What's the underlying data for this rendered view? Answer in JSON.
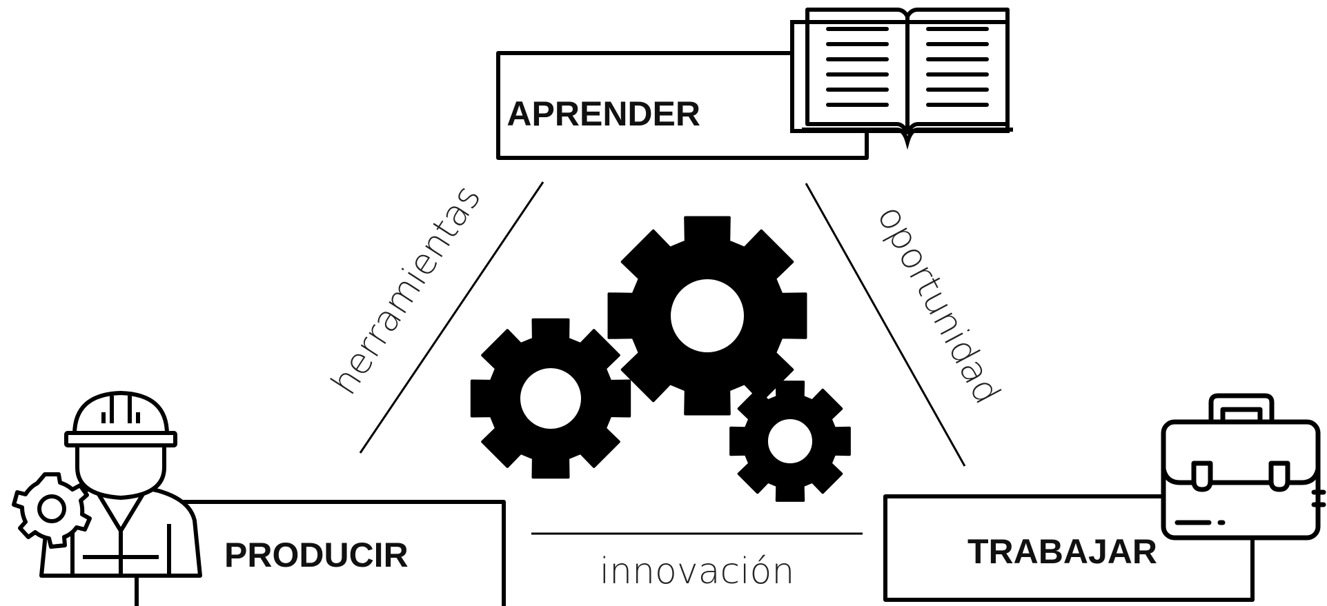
{
  "nodes": {
    "aprender": {
      "label": "APRENDER",
      "icon": "open-book-icon"
    },
    "producir": {
      "label": "PRODUCIR",
      "icon": "worker-with-gear-icon"
    },
    "trabajar": {
      "label": "TRABAJAR",
      "icon": "briefcase-icon"
    }
  },
  "edges": {
    "left": "herramientas",
    "right": "oportunidad",
    "bottom": "innovación"
  },
  "center": {
    "icon": "gears-icon"
  },
  "colors": {
    "stroke": "#000000",
    "background": "#ffffff"
  }
}
